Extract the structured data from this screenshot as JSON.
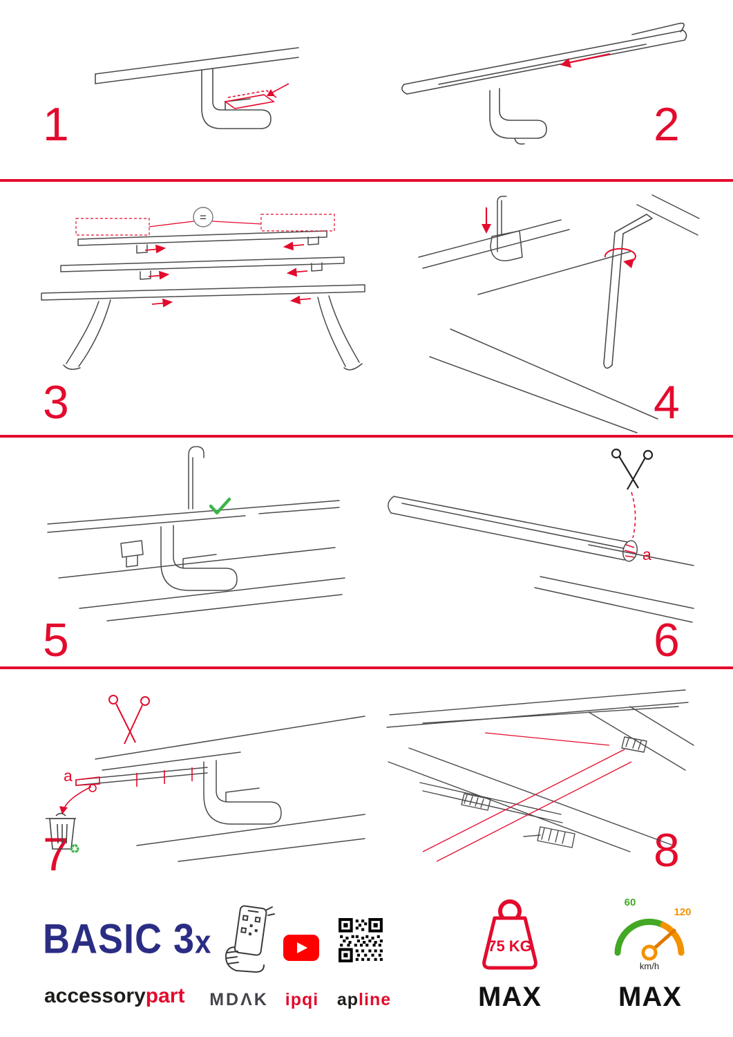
{
  "steps": [
    {
      "number": "1"
    },
    {
      "number": "2"
    },
    {
      "number": "3"
    },
    {
      "number": "4"
    },
    {
      "number": "5"
    },
    {
      "number": "6"
    },
    {
      "number": "7"
    },
    {
      "number": "8"
    }
  ],
  "labels": {
    "equal": "=",
    "a": "a"
  },
  "icons": {
    "check": "✓",
    "scissors": "✂",
    "recycle": "♻",
    "youtube_play": "play-triangle"
  },
  "footer": {
    "brand_main": "BASIC 3",
    "brand_x": "x",
    "accessory": "accessory",
    "part": "part",
    "mdak": "MDΛK",
    "ipqi": "ipqi",
    "apline_ap": "ap",
    "apline_line": "line",
    "weight_value": "75 KG",
    "weight_max_label": "MAX",
    "speed_60": "60",
    "speed_120": "120",
    "speed_unit": "km/h",
    "speed_max_label": "MAX"
  },
  "colors": {
    "accent_red": "#e30b2d",
    "brand_blue": "#2b2d84",
    "check_green": "#3cb54a",
    "gauge_green": "#43a824",
    "gauge_orange": "#f39200",
    "youtube_red": "#ff0000",
    "line_art": "#4a4a4a"
  }
}
